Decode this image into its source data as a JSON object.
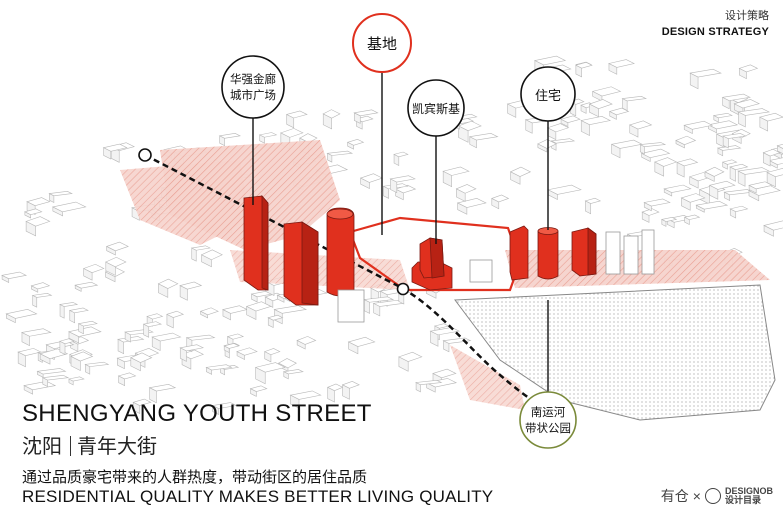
{
  "header": {
    "label_cn": "设计策略",
    "label_en": "DESIGN STRATEGY"
  },
  "callouts": {
    "site": "基地",
    "huaqiang_line1": "华强金廊",
    "huaqiang_line2": "城市广场",
    "kaibinsiji": "凯宾斯基",
    "residential": "住宅",
    "canal_line1": "南运河",
    "canal_line2": "带状公园"
  },
  "title": {
    "en": "SHENGYANG YOUTH STREET",
    "cn_city": "沈阳",
    "cn_street": "青年大街"
  },
  "subtitle": {
    "cn": "通过品质豪宅带来的人群热度，带动街区的居住品质",
    "en": "RESIDENTIAL QUALITY MAKES BETTER LIVING QUALITY"
  },
  "watermark": {
    "cn": "有仓",
    "x": "×",
    "en_top": "DESIGNOB",
    "en_bottom": "设计目录"
  },
  "colors": {
    "accent_red": "#e0301e",
    "pink_zone": "#f4c7bf",
    "building_stroke": "#bdbdbd",
    "text": "#111111"
  }
}
